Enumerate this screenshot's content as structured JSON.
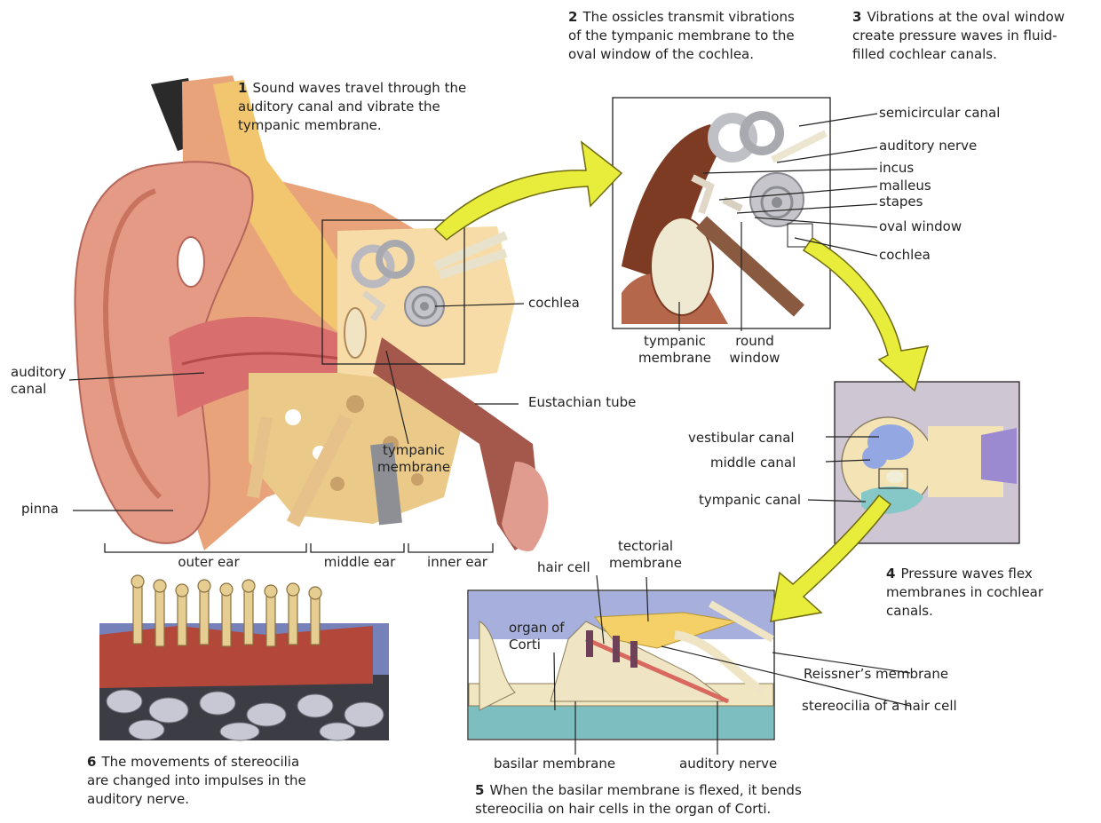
{
  "steps": [
    {
      "num": "1",
      "text": "Sound waves travel through the\nauditory canal and vibrate the\ntympanic membrane."
    },
    {
      "num": "2",
      "text": "The ossicles transmit vibrations\nof the tympanic membrane to the\noval window of the cochlea."
    },
    {
      "num": "3",
      "text": "Vibrations at the oval window\ncreate pressure waves in fluid-\nfilled cochlear canals."
    },
    {
      "num": "4",
      "text": "Pressure waves flex\nmembranes in cochlear\ncanals."
    },
    {
      "num": "5",
      "text": "When the basilar membrane is flexed, it bends\nstereocilia on hair cells in the organ of Corti."
    },
    {
      "num": "6",
      "text": "The movements of stereocilia\nare changed into impulses in the\nauditory nerve."
    }
  ],
  "ear_labels": {
    "auditory_canal": "auditory\ncanal",
    "pinna": "pinna",
    "cochlea": "cochlea",
    "eustachian_tube": "Eustachian tube",
    "tympanic_membrane": "tympanic\nmembrane",
    "outer_ear": "outer ear",
    "middle_ear": "middle ear",
    "inner_ear": "inner ear"
  },
  "middle_labels": {
    "semicircular_canal": "semicircular canal",
    "auditory_nerve": "auditory nerve",
    "incus": "incus",
    "malleus": "malleus",
    "stapes": "stapes",
    "oval_window": "oval window",
    "cochlea": "cochlea",
    "tympanic_membrane": "tympanic\nmembrane",
    "round_window": "round\nwindow"
  },
  "canal_labels": {
    "vestibular_canal": "vestibular canal",
    "middle_canal": "middle canal",
    "tympanic_canal": "tympanic canal"
  },
  "corti_labels": {
    "tectorial_membrane": "tectorial\nmembrane",
    "hair_cell": "hair cell",
    "organ_of_corti": "organ of\nCorti",
    "reissners_membrane": "Reissner’s membrane",
    "stereocilia": "stereocilia of a hair cell",
    "basilar_membrane": "basilar membrane",
    "auditory_nerve": "auditory nerve"
  }
}
